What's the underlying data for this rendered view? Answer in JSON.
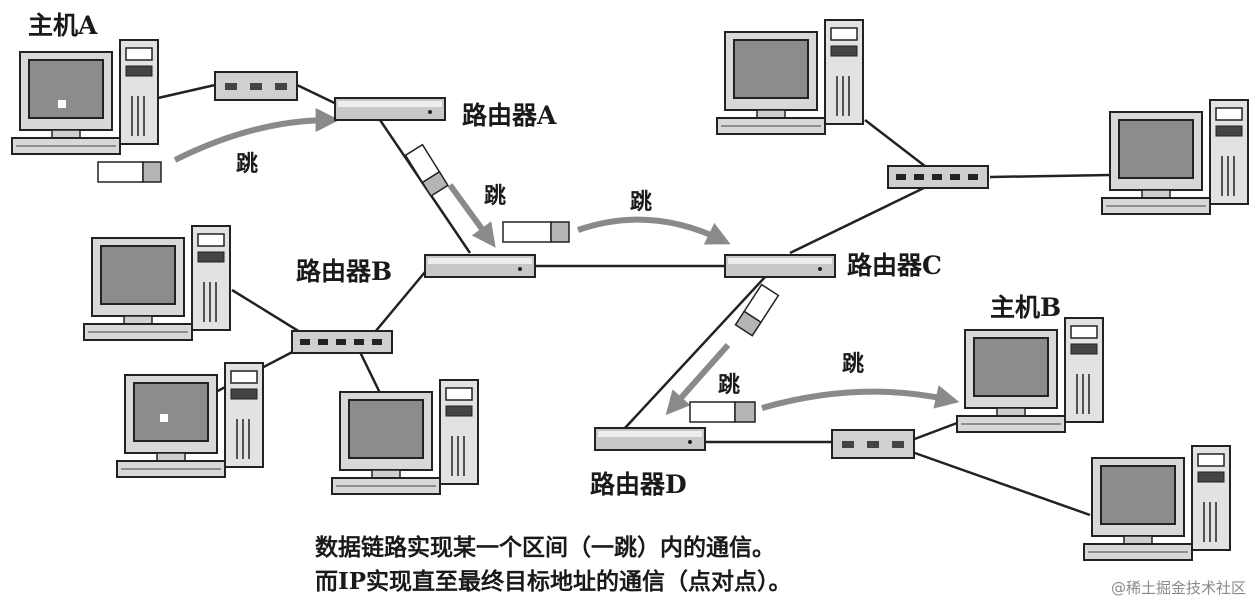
{
  "labels": {
    "host_a": "主机A",
    "host_b": "主机B",
    "router_a": "路由器A",
    "router_b": "路由器B",
    "router_c": "路由器C",
    "router_d": "路由器D"
  },
  "hop_label": "跳",
  "caption": {
    "line1": "数据链路实现某一个区间（一跳）内的通信。",
    "line2": "而IP实现直至最终目标地址的通信（点对点）。"
  },
  "watermark": "@稀土掘金技术社区"
}
